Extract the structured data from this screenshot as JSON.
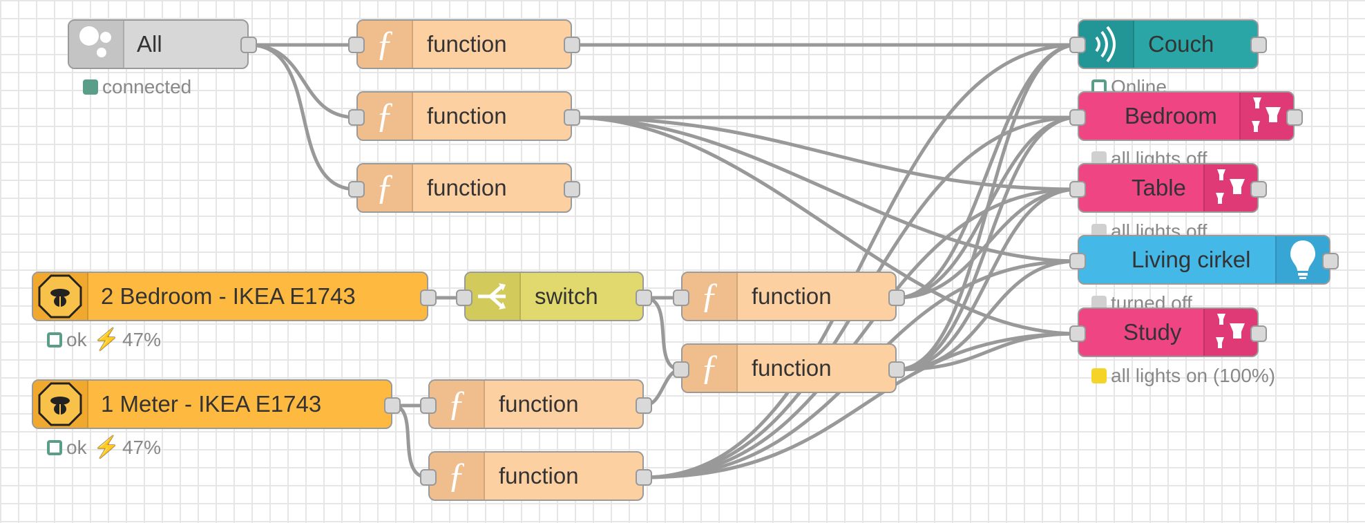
{
  "nodes": {
    "all": {
      "label": "All",
      "status": "connected",
      "status_color": "#5a9e8a"
    },
    "fn_top_1": {
      "label": "function"
    },
    "fn_top_2": {
      "label": "function"
    },
    "fn_top_3": {
      "label": "function"
    },
    "bedroom_remote": {
      "label": "2 Bedroom - IKEA E1743",
      "status": "ok",
      "battery": "47%"
    },
    "meter_remote": {
      "label": "1 Meter - IKEA E1743",
      "status": "ok",
      "battery": "47%"
    },
    "switch": {
      "label": "switch"
    },
    "fn_mid_1": {
      "label": "function"
    },
    "fn_mid_2": {
      "label": "function"
    },
    "fn_low_1": {
      "label": "function"
    },
    "fn_low_2": {
      "label": "function"
    },
    "couch": {
      "label": "Couch",
      "status": "Online"
    },
    "bedroom": {
      "label": "Bedroom",
      "status": "all lights off"
    },
    "table": {
      "label": "Table",
      "status": "all lights off"
    },
    "living": {
      "label": "Living cirkel",
      "status": "turned off"
    },
    "study": {
      "label": "Study",
      "status": "all lights on (100%)",
      "status_color": "#f5d327"
    }
  },
  "colors": {
    "function": "#fdd0a2",
    "remote": "#fdb940",
    "switch": "#e2d96e",
    "couch": "#2aa6a6",
    "hue": "#ef4582",
    "living": "#44b8e6",
    "wire": "#999999",
    "grid": "#e6e6e6"
  },
  "icons": {
    "all": "bubbles-icon",
    "function": "function-icon",
    "remote": "ikea-remote-icon",
    "switch": "switch-icon",
    "couch": "broadcast-icon",
    "hue": "hue-bulbs-icon",
    "living": "bulb-icon",
    "battery": "lightning-icon"
  }
}
